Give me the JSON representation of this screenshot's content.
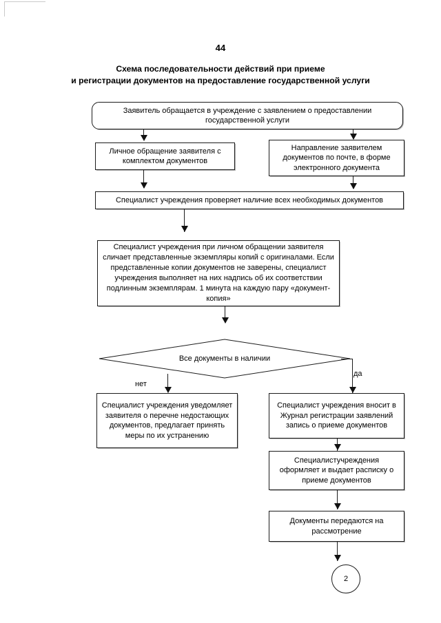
{
  "page": {
    "number": "44",
    "title_line1": "Схема последовательности действий при приеме",
    "title_line2": "и регистрации документов на предоставление государственной услуги"
  },
  "flowchart": {
    "type": "flowchart",
    "nodes": [
      {
        "id": "start",
        "shape": "rounded-rectangle",
        "text": "Заявитель обращается в учреждение с заявлением о предоставлении государственной услуги"
      },
      {
        "id": "personal-visit",
        "shape": "rectangle",
        "text": "Личное обращение заявителя с комплектом документов"
      },
      {
        "id": "mail-submission",
        "shape": "rectangle",
        "text": "Направление заявителем документов по почте, в форме электронного документа"
      },
      {
        "id": "check-documents",
        "shape": "rectangle",
        "text": "Специалист учреждения проверяет наличие всех необходимых документов"
      },
      {
        "id": "compare-copies",
        "shape": "rectangle",
        "text": "Специалист учреждения при личном обращении заявителя сличает представленные экземпляры копий с оригиналами. Если представленные копии документов не заверены, специалист учреждения выполняет на них надпись об их соответствии подлинным экземплярам. 1 минута на каждую пару «документ-копия»"
      },
      {
        "id": "decision",
        "shape": "diamond",
        "text": "Все документы в наличии"
      },
      {
        "id": "notify-missing",
        "shape": "rectangle",
        "text": "Специалист учреждения уведомляет заявителя о перечне недостающих документов, предлагает принять меры по их устранению"
      },
      {
        "id": "register-entry",
        "shape": "rectangle",
        "text": "Специалист учреждения вносит в Журнал регистрации заявлений запись о приеме документов"
      },
      {
        "id": "issue-receipt",
        "shape": "rectangle",
        "text": "Специалистучреждения оформляет и выдает расписку о приеме документов"
      },
      {
        "id": "forward-documents",
        "shape": "rectangle",
        "text": "Документы передаются на рассмотрение"
      },
      {
        "id": "connector",
        "shape": "circle",
        "text": "2"
      }
    ],
    "branch_labels": {
      "no": "нет",
      "yes": "да"
    },
    "colors": {
      "stroke": "#1a1a1a",
      "fill": "#ffffff",
      "shadow": "#b9b9b9",
      "text": "#000000"
    }
  }
}
